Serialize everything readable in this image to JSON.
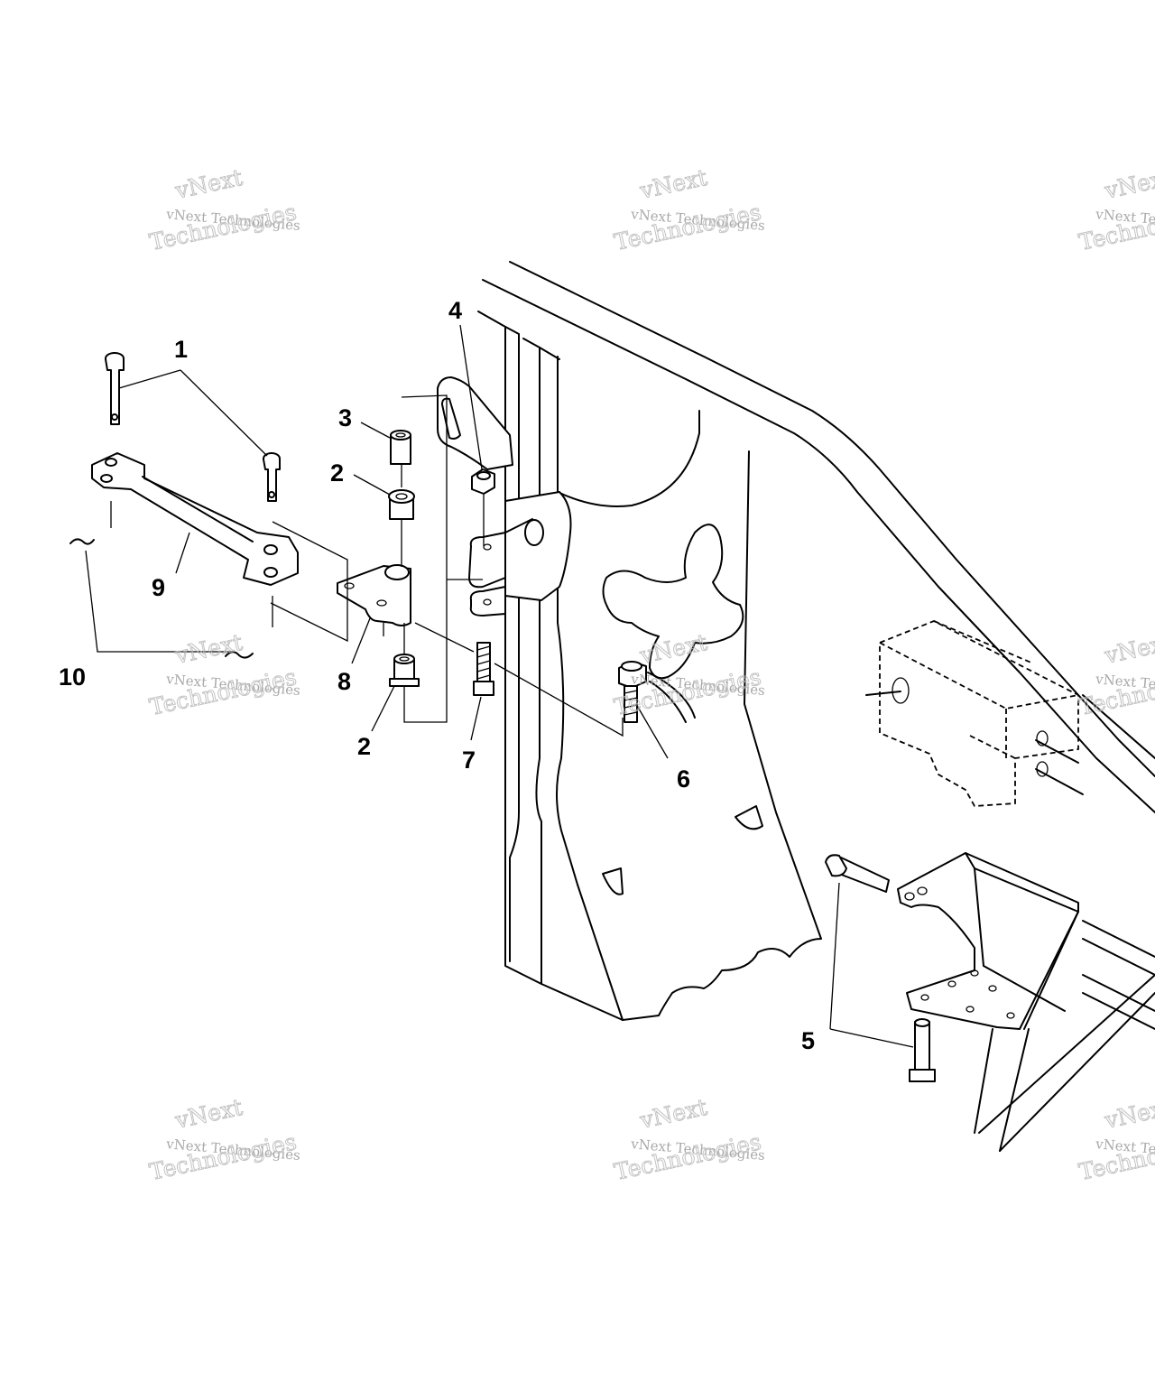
{
  "watermark": {
    "line1": "vNext",
    "line2": "vNext Technologies",
    "line3": "Technologies"
  },
  "callouts": [
    {
      "id": "callout-1",
      "label": "1"
    },
    {
      "id": "callout-2-top",
      "label": "2"
    },
    {
      "id": "callout-2-bottom",
      "label": "2"
    },
    {
      "id": "callout-3",
      "label": "3"
    },
    {
      "id": "callout-4",
      "label": "4"
    },
    {
      "id": "callout-5",
      "label": "5"
    },
    {
      "id": "callout-6",
      "label": "6"
    },
    {
      "id": "callout-7",
      "label": "7"
    },
    {
      "id": "callout-8",
      "label": "8"
    },
    {
      "id": "callout-9",
      "label": "9"
    },
    {
      "id": "callout-10",
      "label": "10"
    }
  ]
}
